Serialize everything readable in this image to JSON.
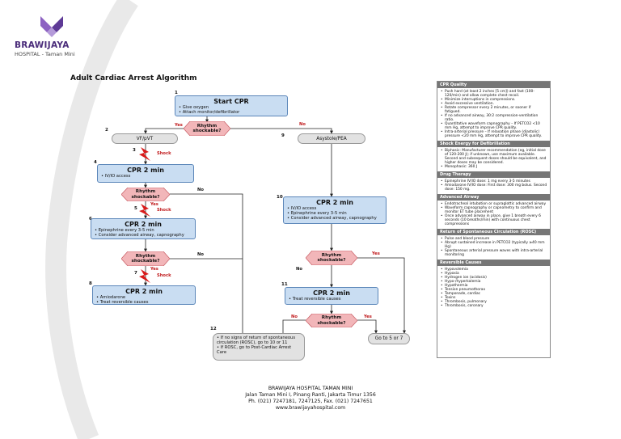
{
  "logo": {
    "name": "BRAWIJAYA",
    "sub": "HOSPITAL - Taman Mini"
  },
  "title": "Adult Cardiac Arrest Algorithm",
  "flow": {
    "n1": "1",
    "n2": "2",
    "n3": "3",
    "n4": "4",
    "n5": "5",
    "n6": "6",
    "n7": "7",
    "n8": "8",
    "n9": "9",
    "n10": "10",
    "n11": "11",
    "n12": "12",
    "start": {
      "title": "Start CPR",
      "items": [
        "Give oxygen",
        "Attach monitor/defibrillator"
      ]
    },
    "rhythm1": "Rhythm\nshockable?",
    "yes1": "Yes",
    "no1": "No",
    "vf": "VF/pVT",
    "asystole": "Asystole/PEA",
    "shock1": "Shock",
    "shock2": "Shock",
    "shock3": "Shock",
    "cpr4": {
      "title": "CPR 2 min",
      "items": [
        "IV/IO access"
      ]
    },
    "rhythm2": "Rhythm\nshockable?",
    "yes2": "Yes",
    "no2": "No",
    "cpr6": {
      "title": "CPR 2 min",
      "items": [
        "Epinephrine every 3-5 min",
        "Consider advanced airway, capnography"
      ]
    },
    "rhythm3": "Rhythm\nshockable?",
    "yes3": "Yes",
    "no3": "No",
    "cpr8": {
      "title": "CPR 2 min",
      "items": [
        "Amiodarone",
        "Treat reversible causes"
      ]
    },
    "cpr10": {
      "title": "CPR 2 min",
      "items": [
        "IV/IO access",
        "Epinephrine every 3-5 min",
        "Consider advanced airway, capnography"
      ]
    },
    "rhythm4": "Rhythm\nshockable?",
    "yes4": "Yes",
    "no4": "No",
    "cpr11": {
      "title": "CPR 2 min",
      "items": [
        "Treat reversible causes"
      ]
    },
    "rhythm5": "Rhythm\nshockable?",
    "yes5": "Yes",
    "no5": "No",
    "box12": {
      "items": [
        "If no signs of return of spontaneous circulation (ROSC), go to 10 or 11",
        "If ROSC, go to Post-Cardiac Arrest Care"
      ]
    },
    "goto": "Go to 5 or 7"
  },
  "panel": {
    "quality": {
      "heading": "CPR Quality",
      "items": [
        "Push hard (at least 2 inches [5 cm]) and fast (100-120/min) and allow complete chest recoil.",
        "Minimize interruptions in compressions.",
        "Avoid excessive ventilation.",
        "Rotate compressor every 2 minutes, or sooner if fatigued.",
        "If no advanced airway, 30:2 compression-ventilation ratio.",
        "Quantitative waveform capnography – If PETCO2 <10 mm Hg, attempt to improve CPR quality.",
        "Intra-arterial pressure – If relaxation phase (diastolic) pressure <20 mm Hg, attempt to improve CPR quality."
      ]
    },
    "energy": {
      "heading": "Shock Energy for Defibrillation",
      "items": [
        "Biphasic: Manufacturer recommendation (eg, initial dose of 120-200 J); if unknown, use maximum available. Second and subsequent doses should be equivalent, and higher doses may be considered.",
        "Monophasic: 360 J"
      ]
    },
    "drug": {
      "heading": "Drug Therapy",
      "items": [
        "Epinephrine IV/IO dose: 1 mg every 3-5 minutes",
        "Amiodarone IV/IO dose: First dose: 300 mg bolus. Second dose: 150 mg."
      ]
    },
    "airway": {
      "heading": "Advanced Airway",
      "items": [
        "Endotracheal intubation or supraglottic advanced airway",
        "Waveform capnography or capnometry to confirm and monitor ET tube placement",
        "Once advanced airway in place, give 1 breath every 6 seconds (10 breaths/min) with continuous chest compressions"
      ]
    },
    "rosc": {
      "heading": "Return of Spontaneous Circulation (ROSC)",
      "items": [
        "Pulse and blood pressure",
        "Abrupt sustained increase in PETCO2 (typically ≥40 mm Hg)",
        "Spontaneous arterial pressure waves with intra-arterial monitoring"
      ]
    },
    "causes": {
      "heading": "Reversible Causes",
      "items": [
        "Hypovolemia",
        "Hypoxia",
        "Hydrogen ion (acidosis)",
        "Hypo-/hyperkalemia",
        "Hypothermia",
        "Tension pneumothorax",
        "Tamponade, cardiac",
        "Toxins",
        "Thrombosis, pulmonary",
        "Thrombosis, coronary"
      ]
    }
  },
  "footer": {
    "line1": "BRAWIJAYA HOSPITAL TAMAN MINI",
    "line2": "Jalan Taman Mini I, Pinang Ranti, Jakarta Timur 1356",
    "line3": "Ph. (021) 7247181, 7247125, Fax. (021) 7247651",
    "line4": "www.brawijayahospital.com"
  }
}
